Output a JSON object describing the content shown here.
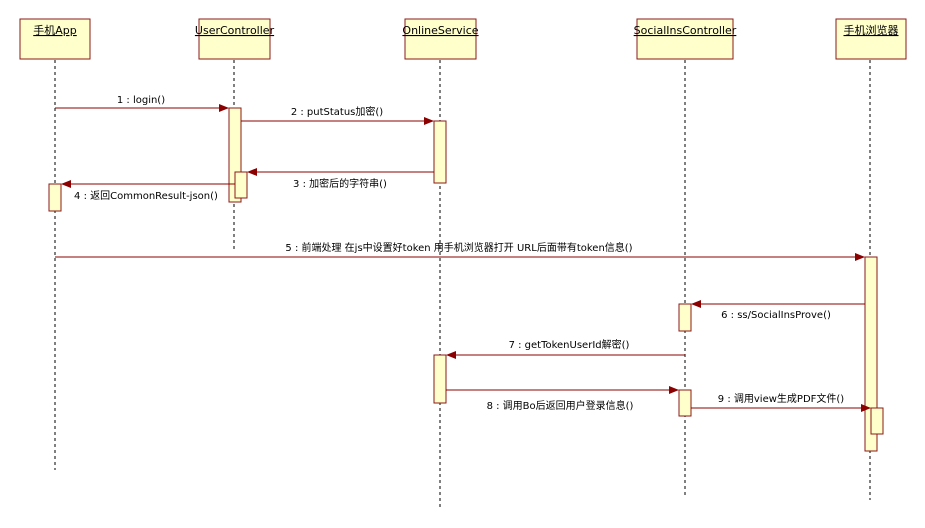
{
  "participants": [
    {
      "id": "app",
      "label": "手机App"
    },
    {
      "id": "uc",
      "label": "UserController"
    },
    {
      "id": "os",
      "label": "OnlineService"
    },
    {
      "id": "sic",
      "label": "SocialInsController"
    },
    {
      "id": "browser",
      "label": "手机浏览器"
    }
  ],
  "messages": [
    {
      "id": "m1",
      "label": "1 : login()"
    },
    {
      "id": "m2",
      "label": "2 : putStatus加密()"
    },
    {
      "id": "m3",
      "label": "3 : 加密后的字符串()"
    },
    {
      "id": "m4",
      "label": "4 : 返回CommonResult-json()"
    },
    {
      "id": "m5",
      "label": "5 : 前端处理 在js中设置好token 用手机浏览器打开 URL后面带有token信息()"
    },
    {
      "id": "m6",
      "label": "6 : ss/SocialInsProve()"
    },
    {
      "id": "m7",
      "label": "7 : getTokenUserId解密()"
    },
    {
      "id": "m8",
      "label": "8 : 调用Bo后返回用户登录信息()"
    },
    {
      "id": "m9",
      "label": "9 : 调用view生成PDF文件()"
    }
  ],
  "colors": {
    "head_fill": "#FFFFCC",
    "activation_fill": "#FFFFCC",
    "border": "#8B1A1A",
    "message_line": "#8B0000",
    "lifeline": "#000000"
  }
}
